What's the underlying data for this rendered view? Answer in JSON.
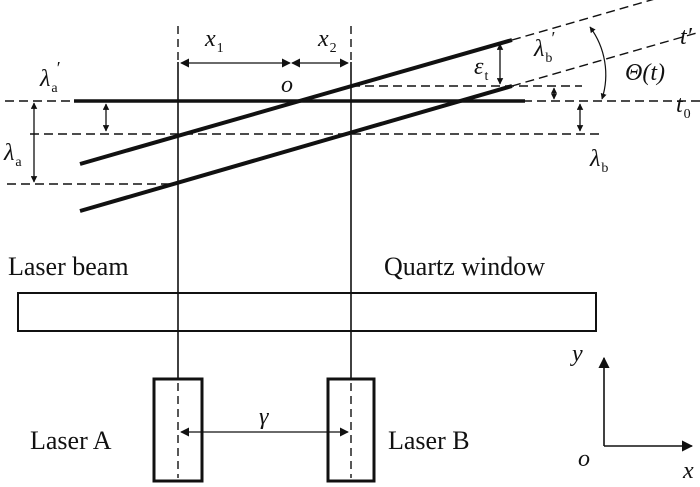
{
  "labels": {
    "laser_beam": "Laser beam",
    "quartz_window": "Quartz window",
    "laser_a": "Laser A",
    "laser_b": "Laser B"
  },
  "symbols": {
    "x1": {
      "main": "x",
      "sub": "1"
    },
    "x2": {
      "main": "x",
      "sub": "2"
    },
    "origin_top": "o",
    "lambda_a_prime": {
      "main": "λ",
      "sub": "a",
      "sup": "′"
    },
    "lambda_a": {
      "main": "λ",
      "sub": "a"
    },
    "lambda_b_prime": {
      "main": "λ",
      "sub": "b",
      "sup": "′"
    },
    "lambda_b": {
      "main": "λ",
      "sub": "b"
    },
    "epsilon_t": {
      "main": "ε",
      "sub": "t"
    },
    "t_prime": "t′",
    "t0": {
      "main": "t",
      "sub": "0"
    },
    "theta_t": "Θ(t)",
    "gamma": "γ",
    "axis_y": "y",
    "axis_x": "x",
    "axis_origin": "o"
  },
  "colors": {
    "stroke": "#111111",
    "background": "#ffffff"
  }
}
